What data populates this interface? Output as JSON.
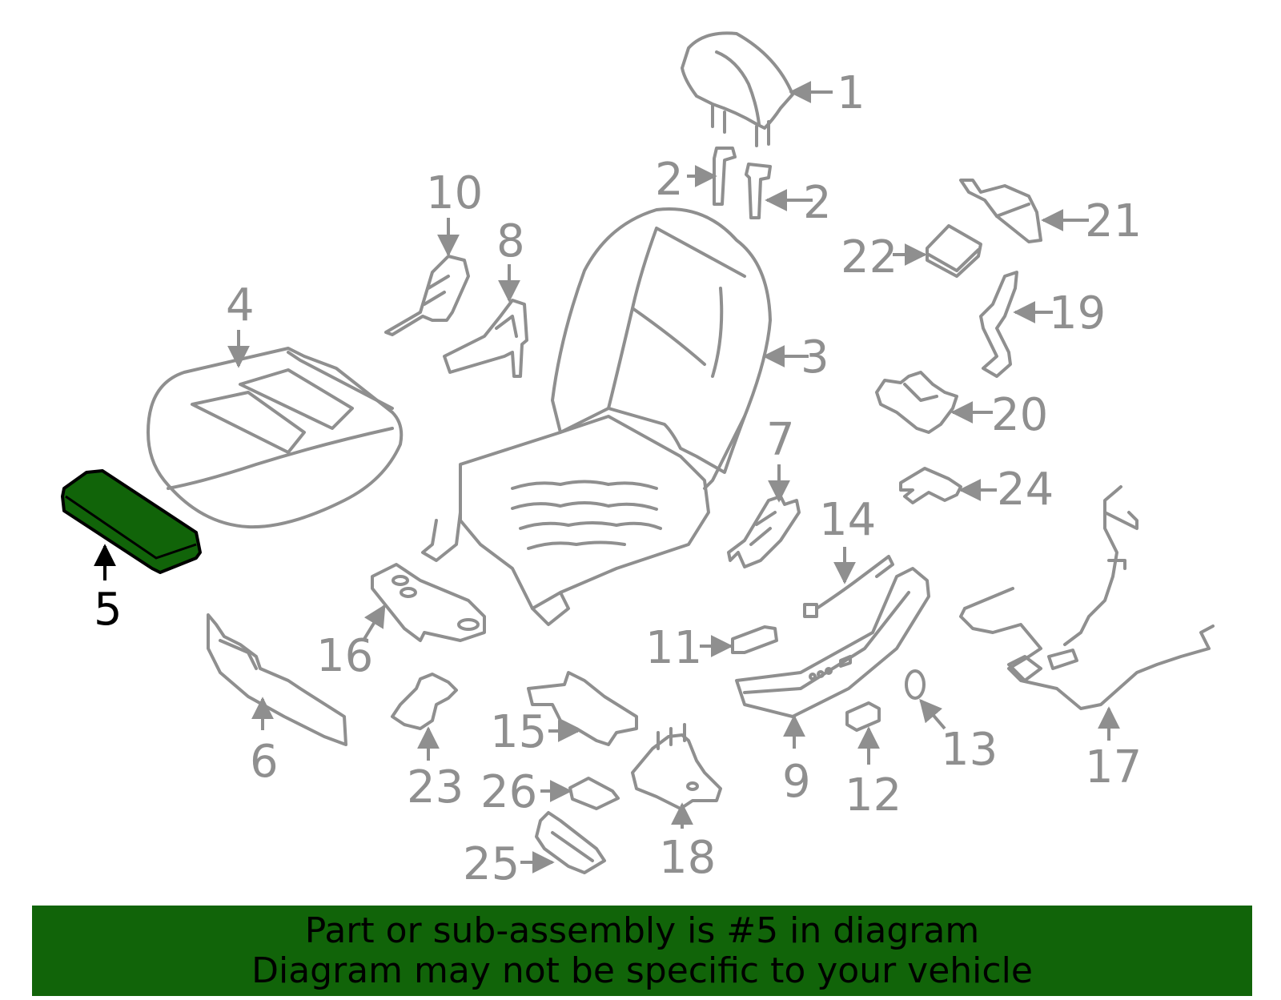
{
  "diagram": {
    "highlighted_part": "5",
    "highlight_color": "#116409",
    "line_color": "#8f8f8f",
    "callouts": {
      "p1": "1",
      "p2a": "2",
      "p2b": "2",
      "p3": "3",
      "p4": "4",
      "p5": "5",
      "p6": "6",
      "p7": "7",
      "p8": "8",
      "p9": "9",
      "p10": "10",
      "p11": "11",
      "p12": "12",
      "p13": "13",
      "p14": "14",
      "p15": "15",
      "p16": "16",
      "p17": "17",
      "p18": "18",
      "p19": "19",
      "p20": "20",
      "p21": "21",
      "p22": "22",
      "p23": "23",
      "p24": "24",
      "p25": "25",
      "p26": "26"
    }
  },
  "banner": {
    "line1": "Part or sub-assembly is #5 in diagram",
    "line2": "Diagram may not be specific to your vehicle",
    "background": "#116409"
  }
}
